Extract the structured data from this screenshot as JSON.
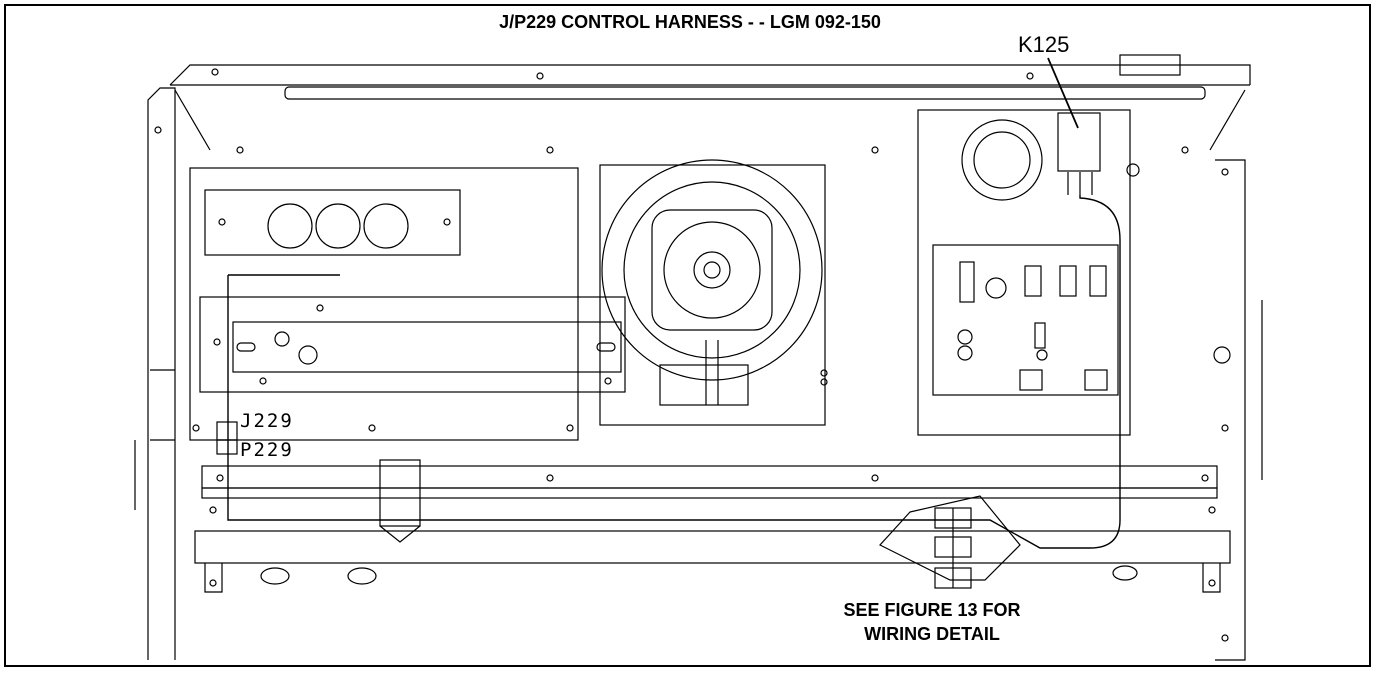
{
  "title": "J/P229 CONTROL HARNESS -  - LGM 092-150",
  "labels": {
    "relay": "K125",
    "jack": "J229",
    "plug": "P229"
  },
  "note": {
    "line1": "SEE FIGURE 13 FOR",
    "line2": "WIRING DETAIL"
  }
}
